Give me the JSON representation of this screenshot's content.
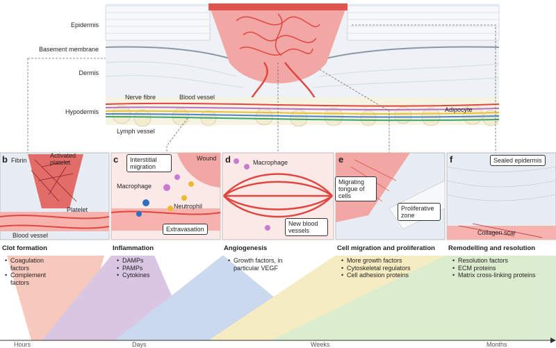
{
  "top_labels": {
    "epidermis": "Epidermis",
    "basement_membrane": "Basement membrane",
    "dermis": "Dermis",
    "hypodermis": "Hypodermis",
    "nerve_fibre": "Nerve fibre",
    "blood_vessel": "Blood vessel",
    "lymph_vessel": "Lymph vessel",
    "adipocyte": "Adipocyte"
  },
  "panels": {
    "b": {
      "letter": "b",
      "fibrin": "Fibrin",
      "activated_platelet": "Activated platelet",
      "platelet": "Platelet",
      "blood_vessel": "Blood vessel"
    },
    "c": {
      "letter": "c",
      "wound": "Wound",
      "interstitial_migration": "Interstitial migration",
      "macrophage": "Macrophage",
      "neutrophil": "Neutrophil",
      "extravasation": "Extravasation"
    },
    "d": {
      "letter": "d",
      "macrophage": "Macrophage",
      "new_blood_vessels": "New blood vessels"
    },
    "e": {
      "letter": "e",
      "migrating_tongue": "Migrating tongue of cells",
      "proliferative_zone": "Proliferative zone"
    },
    "f": {
      "letter": "f",
      "sealed_epidermis": "Sealed epidermis",
      "collagen_scar": "Collagen scar"
    }
  },
  "stages": [
    {
      "title": "Clot formation",
      "items": [
        "Coagulation factors",
        "Complement factors"
      ]
    },
    {
      "title": "Inflammation",
      "items": [
        "DAMPs",
        "PAMPs",
        "Cytokines"
      ]
    },
    {
      "title": "Angiogenesis",
      "items": [
        "Growth factors, in particular VEGF"
      ]
    },
    {
      "title": "Cell migration and proliferation",
      "items": [
        "More growth factors",
        "Cytoskeletal regulators",
        "Cell adhesion proteins"
      ]
    },
    {
      "title": "Remodelling and resolution",
      "items": [
        "Resolution factors",
        "ECM proteins",
        "Matrix cross-linking proteins"
      ]
    }
  ],
  "timeline": [
    "Hours",
    "Days",
    "Weeks",
    "Months"
  ],
  "colors": {
    "clot": "#f3b8a6",
    "inflammation": "#cdb3da",
    "angiogenesis": "#b9cde9",
    "migration": "#f3e6ad",
    "remodelling": "#cfe6c0",
    "wound": "#f2a7a5",
    "vessel": "#e0463f",
    "skin": "#e8edf3"
  }
}
